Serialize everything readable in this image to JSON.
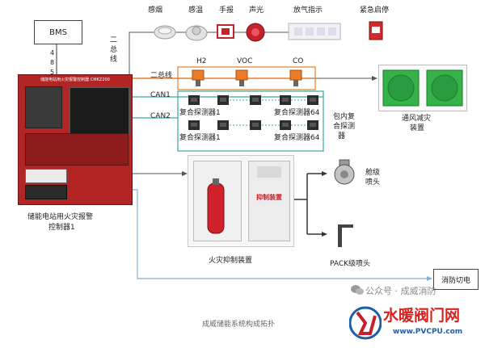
{
  "diagram": {
    "bms": "BMS",
    "rs485": [
      "4",
      "8",
      "5"
    ],
    "bus_label_vertical": [
      "二",
      "总",
      "线"
    ],
    "bus_label": "二总线",
    "top_devices": [
      "感烟",
      "感温",
      "手报",
      "声光",
      "放气指示",
      "紧急启停"
    ],
    "gas_devices": [
      "H2",
      "VOC",
      "CO"
    ],
    "can1": "CAN1",
    "can2": "CAN2",
    "detector_left": "复合探测器1",
    "detector_right": "复合探测器64",
    "pack_detector": [
      "包内复",
      "合探测",
      "器"
    ],
    "fan_label": [
      "通风减灾",
      "装置"
    ],
    "panel_header": "储能电站用火灾报警控制器 CMKZ200",
    "controller_label": [
      "储能电站用火灾报警",
      "控制器1"
    ],
    "suppression_label": "火灾抑制装置",
    "cabinet_text": "抑制装置",
    "nozzle_label": [
      "舱级",
      "喷头"
    ],
    "pack_nozzle_label": "PACK级喷头",
    "fire_cut": "消防切电",
    "caption": "成威储能系统构成拓扑",
    "wechat": "公众号 · 成威消防",
    "logo_cn": "水暖阀门网",
    "logo_url": "www.PVCPU.com",
    "colors": {
      "panel_red": "#b32425",
      "bus_orange": "#e87c2a",
      "can_teal": "#3aa6a0",
      "line_gray": "#8c9aa6",
      "cabinet_red": "#c8202a",
      "fan_green": "#35b24a"
    }
  }
}
